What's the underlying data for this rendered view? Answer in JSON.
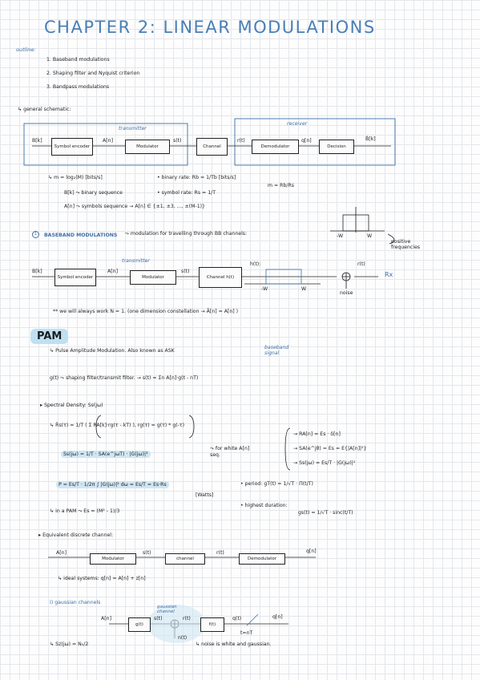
{
  "title": "CHAPTER 2: LINEAR MODULATIONS",
  "outline": {
    "label": "outline:",
    "items": [
      "1. Baseband modulations",
      "2. Shaping filter and Nyquist criterion",
      "3. Bandpass modulations"
    ]
  },
  "general_schematic": "↳ general schematic:",
  "diagram1": {
    "transmitter": "transmitter",
    "receiver": "receiver",
    "in": "B[k]",
    "symbol_encoder": "Symbol encoder",
    "an": "A[n]",
    "modulator": "Modulator",
    "st": "s(t)",
    "channel": "Channel",
    "rt": "r(t)",
    "demodulator": "Demodulator",
    "qn": "q[n]",
    "decision": "Decision",
    "out": "B̂[k]"
  },
  "defs": {
    "m": "↳ m = log₂(M) [bits/s]",
    "bk": "B[k] ⤳ binary sequence",
    "an": "A[n] ⤳ symbols sequence → A[n] ∈ {±1, ±3, ..., ±(M-1)}",
    "binary_rate": "• binary rate: Rb = 1/Tb [bits/s]",
    "symbol_rate": "• symbol rate: Rs = 1/T",
    "m_ratio": "m = Rb/Rs"
  },
  "spectrum1": {
    "neg": "-W",
    "pos": "W",
    "note": "positive frequencies"
  },
  "baseband": {
    "num": "1",
    "heading": "BASEBAND MODULATIONS",
    "desc": "⤳ modulation for travelling through BB channels:"
  },
  "diagram2": {
    "transmitter": "transmitter",
    "in": "B[k]",
    "symbol_encoder": "Symbol encoder",
    "an": "A[n]",
    "modulator": "Modulator",
    "st": "s(t)",
    "channel": "Channel h(t)",
    "ht": "h(t):",
    "neg": "-W",
    "pos": "W",
    "rt": "r(t)",
    "rx": "Rx",
    "noise": "noise"
  },
  "note_n1": "** we will always work N = 1. (one dimension constellation → Ā[n] = A[n] )",
  "pam": {
    "heading": "PAM",
    "def": "↳ Pulse Amplitude Modulation. Also known as ASK",
    "baseband_signal": "baseband signal",
    "gt": "g(t) ⤳ shaping filter/transmit filter. → s(t) = Σn A[n]·g(t - nT)",
    "spectral": "▸ Spectral Density: Ss(jω)",
    "rs": "↳ R̃s(τ) = 1/T ( Σ RA[k]·rg(τ - kT) ),  rg(τ) = g(τ) * g(-τ)",
    "ss": "Ss(jω) = 1/T · SA(e^jωT) · |G(jω)|²",
    "white": "⤳ for white A[n] seq.",
    "case1": "→ RA[n] = Es · δ[n]",
    "case2": "→ SA(e^jθ) = Es = E{|A[n]|²}",
    "case3": "→ Ss(jω) = Es/T · |G(jω)|²",
    "power": "P = Es/T · 1/2π ∫ |G(jω)|² dω = Es/T = Es·Rs",
    "watts": "[Watts]",
    "period": "• period: gT(t) = 1/√T · Π(t/T)",
    "es": "↳ in a PAM ⤳ Es = (M² - 1)/3",
    "highest": "• highest duration:",
    "sinc": "gs(t) = 1/√T · sinc(t/T)"
  },
  "equiv": {
    "heading": "▸ Equivalent discrete channel:",
    "an": "A[n]",
    "modulator": "Modulator",
    "st": "s(t)",
    "channel": "channel",
    "rt": "r(t)",
    "demodulator": "Demodulator",
    "qn": "q[n]",
    "ideal": "↳ ideal systems:   q[n] = A[n] + z[n]",
    "gaussian": "I) gaussian channels",
    "gaussian_channel": "gaussian channel",
    "g": "g(t)",
    "f": "f(t)",
    "qt": "q(t)",
    "tnt": "t=nT",
    "qn2": "q[n]",
    "nt": "n(t)",
    "sz": "↳ Sz(jω) = N₀/2",
    "white_noise": "↳ noise is white and gaussian."
  }
}
